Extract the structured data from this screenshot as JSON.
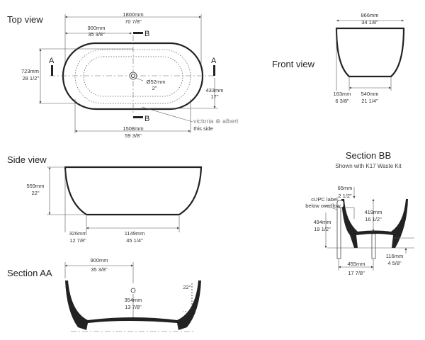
{
  "top_view": {
    "title": "Top view",
    "length_mm": "1800mm",
    "length_in": "70 7/8\"",
    "half_mm": "900mm",
    "half_in": "35 3/8\"",
    "width_mm": "723mm",
    "width_in": "28 1/2\"",
    "waste_mm": "Ø52mm",
    "waste_in": "2\"",
    "offset_mm": "433mm",
    "offset_in": "17\"",
    "base_mm": "1508mm",
    "base_in": "59 3/8\"",
    "section_a": "A",
    "section_b": "B",
    "brand": "victoria ⊕ albert",
    "brand_note": "this side"
  },
  "front_view": {
    "title": "Front view",
    "width_mm": "866mm",
    "width_in": "34 1/8\"",
    "edge_mm": "163mm",
    "edge_in": "6 3/8\"",
    "base_mm": "540mm",
    "base_in": "21 1/4\""
  },
  "side_view": {
    "title": "Side view",
    "height_mm": "559mm",
    "height_in": "22\"",
    "edge_mm": "326mm",
    "edge_in": "12 7/8\"",
    "base_mm": "1149mm",
    "base_in": "45 1/4\""
  },
  "section_aa": {
    "title": "Section AA",
    "half_mm": "900mm",
    "half_in": "35 3/8\"",
    "depth_mm": "354mm",
    "depth_in": "13 7/8\"",
    "angle": "22°"
  },
  "section_bb": {
    "title": "Section BB",
    "subtitle": "Shown with K17 Waste Kit",
    "overflow_mm": "65mm",
    "overflow_in": "2 1/2\"",
    "label_note_1": "cUPC label",
    "label_note_2": "below overflow",
    "depth_mm": "419mm",
    "depth_in": "16 1/2\"",
    "height_mm": "494mm",
    "height_in": "19 1/2\"",
    "foot_mm": "116mm",
    "foot_in": "4 5/8\"",
    "waste_mm": "455mm",
    "waste_in": "17 7/8\""
  }
}
